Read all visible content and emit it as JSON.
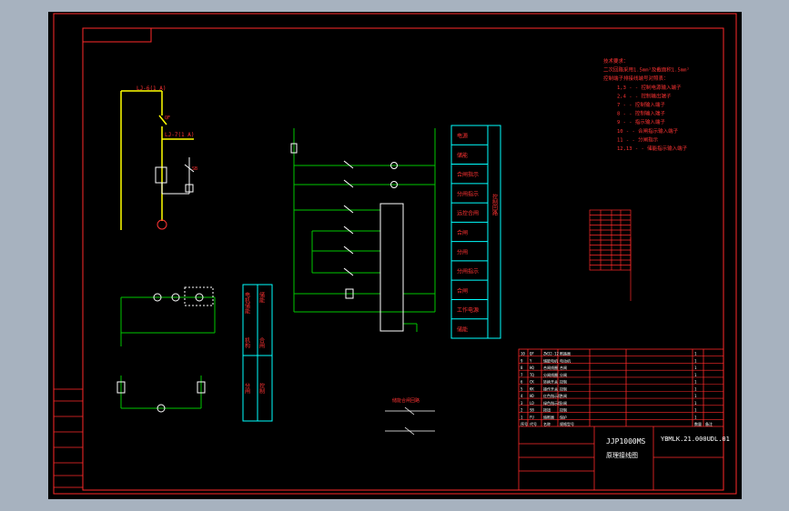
{
  "colors": {
    "background": "#000000",
    "frame": "#ff2a2a",
    "cyan": "#00ffff",
    "green": "#00c800",
    "yellow": "#ffff00",
    "white": "#ffffff",
    "red_text": "#ff3333"
  },
  "labels": {
    "drawing_no": "YBMLK.21.000UDL.01",
    "product_code": "JJP1000MS",
    "drawing_name": "原理接线图"
  },
  "notes": {
    "items": [
      "技术要求：",
      "二次回路采用1.5mm²及截面积1.5mm²",
      "控制端子排接线端号对照表：",
      "1,3 - - 控制电源输入端子",
      "2,4 - - 控制输出端子",
      "7 - - 控制输入端子",
      "8 - - 控制输入端子",
      "9 - - 指示输入端子",
      "10 - - 合闸指示输入端子",
      "11 - - 分闸指示",
      "12,13 - - 储能指示输入端子"
    ]
  },
  "function_labels": {
    "items": [
      "电源",
      "储能",
      "合闸指示",
      "分闸指示",
      "远控合闸",
      "合闸",
      "分闸",
      "分闸指示",
      "合闸",
      "工作电源",
      "储能"
    ]
  },
  "left_panel": {
    "items": [
      "电机储能",
      "储能",
      "机构",
      "合闸",
      "分闸",
      "控制"
    ]
  },
  "title_block": {
    "drawing_no": "YBMLK.21.000UDL.01",
    "product_code": "JJP1000MS",
    "drawing_name": "原理接线图",
    "rows": [
      [
        "10",
        "QF",
        "ZW32-12",
        "断路器",
        "1",
        ""
      ],
      [
        "9",
        "Y",
        "储能电机",
        "电动机",
        "1",
        ""
      ],
      [
        "8",
        "HQ",
        "合闸线圈",
        "合闸",
        "1",
        ""
      ],
      [
        "7",
        "TQ",
        "分闸线圈",
        "分闸",
        "1",
        ""
      ],
      [
        "6",
        "CK",
        "转换开关",
        "控制",
        "1",
        ""
      ],
      [
        "5",
        "KK",
        "操作开关",
        "控制",
        "1",
        ""
      ],
      [
        "4",
        "HD",
        "红色指示灯",
        "合闸",
        "1",
        ""
      ],
      [
        "3",
        "LD",
        "绿色指示灯",
        "分闸",
        "1",
        ""
      ],
      [
        "2",
        "SB",
        "按钮",
        "控制",
        "1",
        ""
      ],
      [
        "1",
        "FU",
        "熔断器",
        "保护",
        "1",
        ""
      ]
    ],
    "header": [
      "序号",
      "代号",
      "名称",
      "规格型号",
      "数量",
      "备注"
    ]
  }
}
